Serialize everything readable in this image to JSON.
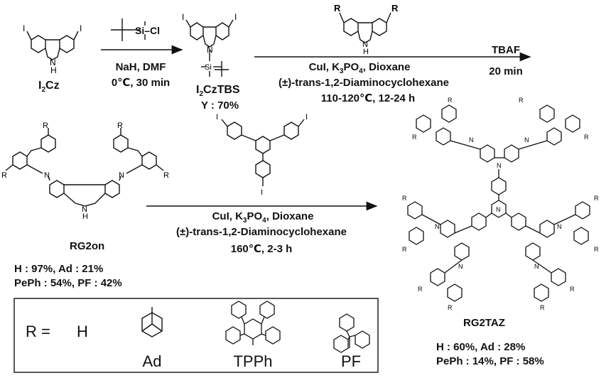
{
  "labels": {
    "i2cz": "I2Cz",
    "i2cztbs": "I2CzTBS",
    "rg2on": "RG2on",
    "rg2taz": "RG2TAZ",
    "si_cl": "Si–Cl",
    "si": "Si",
    "n": "N",
    "nh": "N\nH",
    "h": "H",
    "i": "I",
    "r": "R"
  },
  "step1": {
    "reagent": "NaH, DMF",
    "conditions": "0℃, 30 min",
    "yield": "Y : 70%"
  },
  "step2": {
    "reagents": "CuI, K3PO4, Dioxane",
    "ligand": "(±)-trans-1,2-Diaminocyclohexane",
    "conditions": "110-120℃, 12-24 h",
    "deprotect": "TBAF",
    "deprotect_time": "20 min"
  },
  "step3": {
    "reagents": "CuI, K3PO4, Dioxane",
    "ligand": "(±)-trans-1,2-Diaminocyclohexane",
    "conditions": "160℃, 2-3 h"
  },
  "yields": {
    "rg2on_line1": "H : 97%, Ad : 21%",
    "rg2on_line2": "PePh : 54%, PF : 42%",
    "rg2taz_line1": "H : 60%, Ad : 28%",
    "rg2taz_line2": "PePh : 14%, PF : 58%"
  },
  "legend": {
    "r_eq": "R =",
    "h": "H",
    "ad": "Ad",
    "tpph": "TPPh",
    "pf": "PF"
  }
}
